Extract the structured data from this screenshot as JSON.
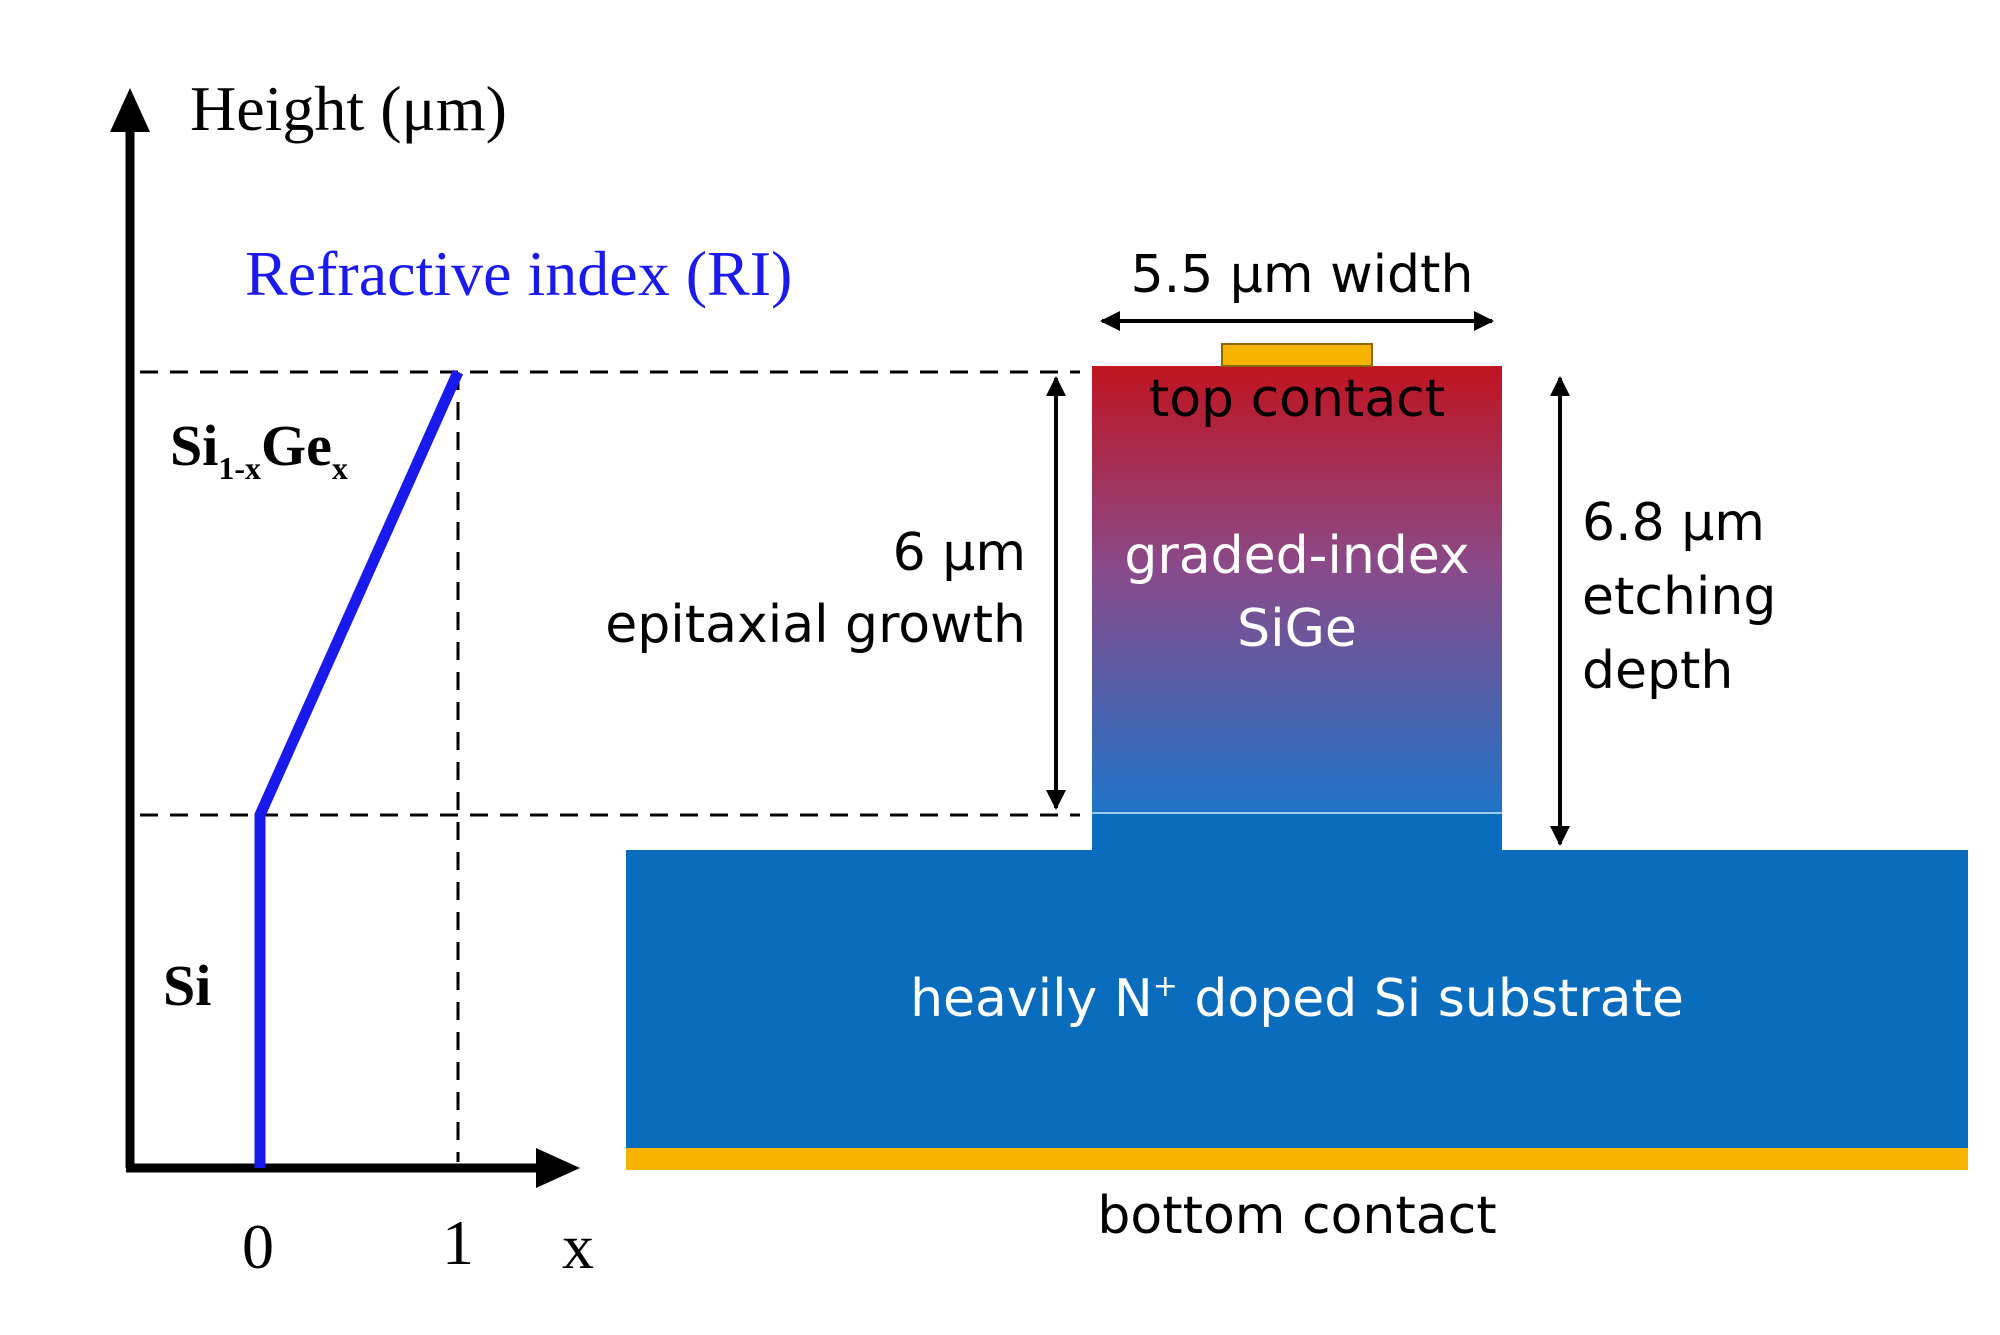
{
  "axis": {
    "y_label": "Height (μm)",
    "x_label": "x",
    "tick_0": "0",
    "tick_1": "1"
  },
  "ri": {
    "title": "Refractive index (RI)",
    "color": "#1a1aee"
  },
  "layers": {
    "sige_main": "Si",
    "sige_sub": "1-x",
    "sige_ge": "Ge",
    "sige_x": "x",
    "si": "Si"
  },
  "device": {
    "width_label": "5.5 μm width",
    "top_contact": "top contact",
    "graded_line1": "graded-index",
    "graded_line2": "SiGe",
    "epi_line1": "6 μm",
    "epi_line2": "epitaxial growth",
    "etch_line1": "6.8 μm",
    "etch_line2": "etching",
    "etch_line3": "depth",
    "substrate_pre": "heavily N",
    "substrate_sup": "+",
    "substrate_post": " doped Si substrate",
    "bottom_contact": "bottom contact"
  },
  "colors": {
    "contact_gold": "#f6b400",
    "substrate_blue": "#0a6cbd",
    "gradient_top": "#c01420",
    "gradient_mid": "#7f5a9a",
    "gradient_bottom": "#1f74c8"
  }
}
